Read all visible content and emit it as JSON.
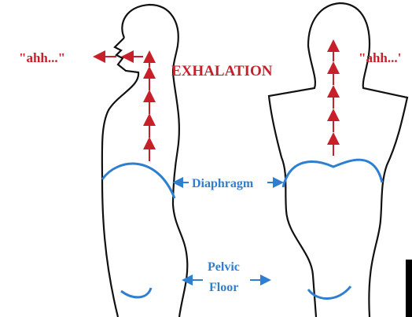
{
  "labels": {
    "sound_left": "\"ahh...\"",
    "sound_right": "\"ahh...'",
    "exhalation": "EXHALATION",
    "diaphragm": "Diaphragm",
    "pelvic_line1": "Pelvic",
    "pelvic_line2": "Floor"
  },
  "colors": {
    "outline": "#111111",
    "arrow_red": "#c8202a",
    "muscle_blue": "#2f7fd0"
  }
}
